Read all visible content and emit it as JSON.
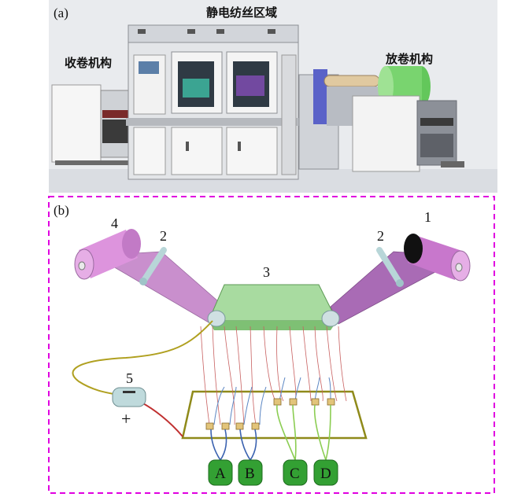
{
  "panel_a": {
    "label": "(a)",
    "title": "静电纺丝区域",
    "left_caption": "收卷机构",
    "right_caption": "放卷机构"
  },
  "panel_b": {
    "label": "(b)",
    "numbers": {
      "n1": "1",
      "n2_left": "2",
      "n2_right": "2",
      "n3": "3",
      "n4": "4",
      "n5": "5"
    },
    "plus_sign": "+",
    "pods": [
      "A",
      "B",
      "C",
      "D"
    ]
  },
  "colors": {
    "dashed_border": "#e000e0",
    "roller_pink": "#d98bd9",
    "film_purple": "#b47cc0",
    "collector_green": "#8fd08f",
    "pod_green": "#2e9a2e",
    "frame_olive": "#8f8a1a",
    "fiber_red": "#c05050",
    "wire_blue": "#4f7fc0",
    "wire_yellow": "#c0b020"
  }
}
